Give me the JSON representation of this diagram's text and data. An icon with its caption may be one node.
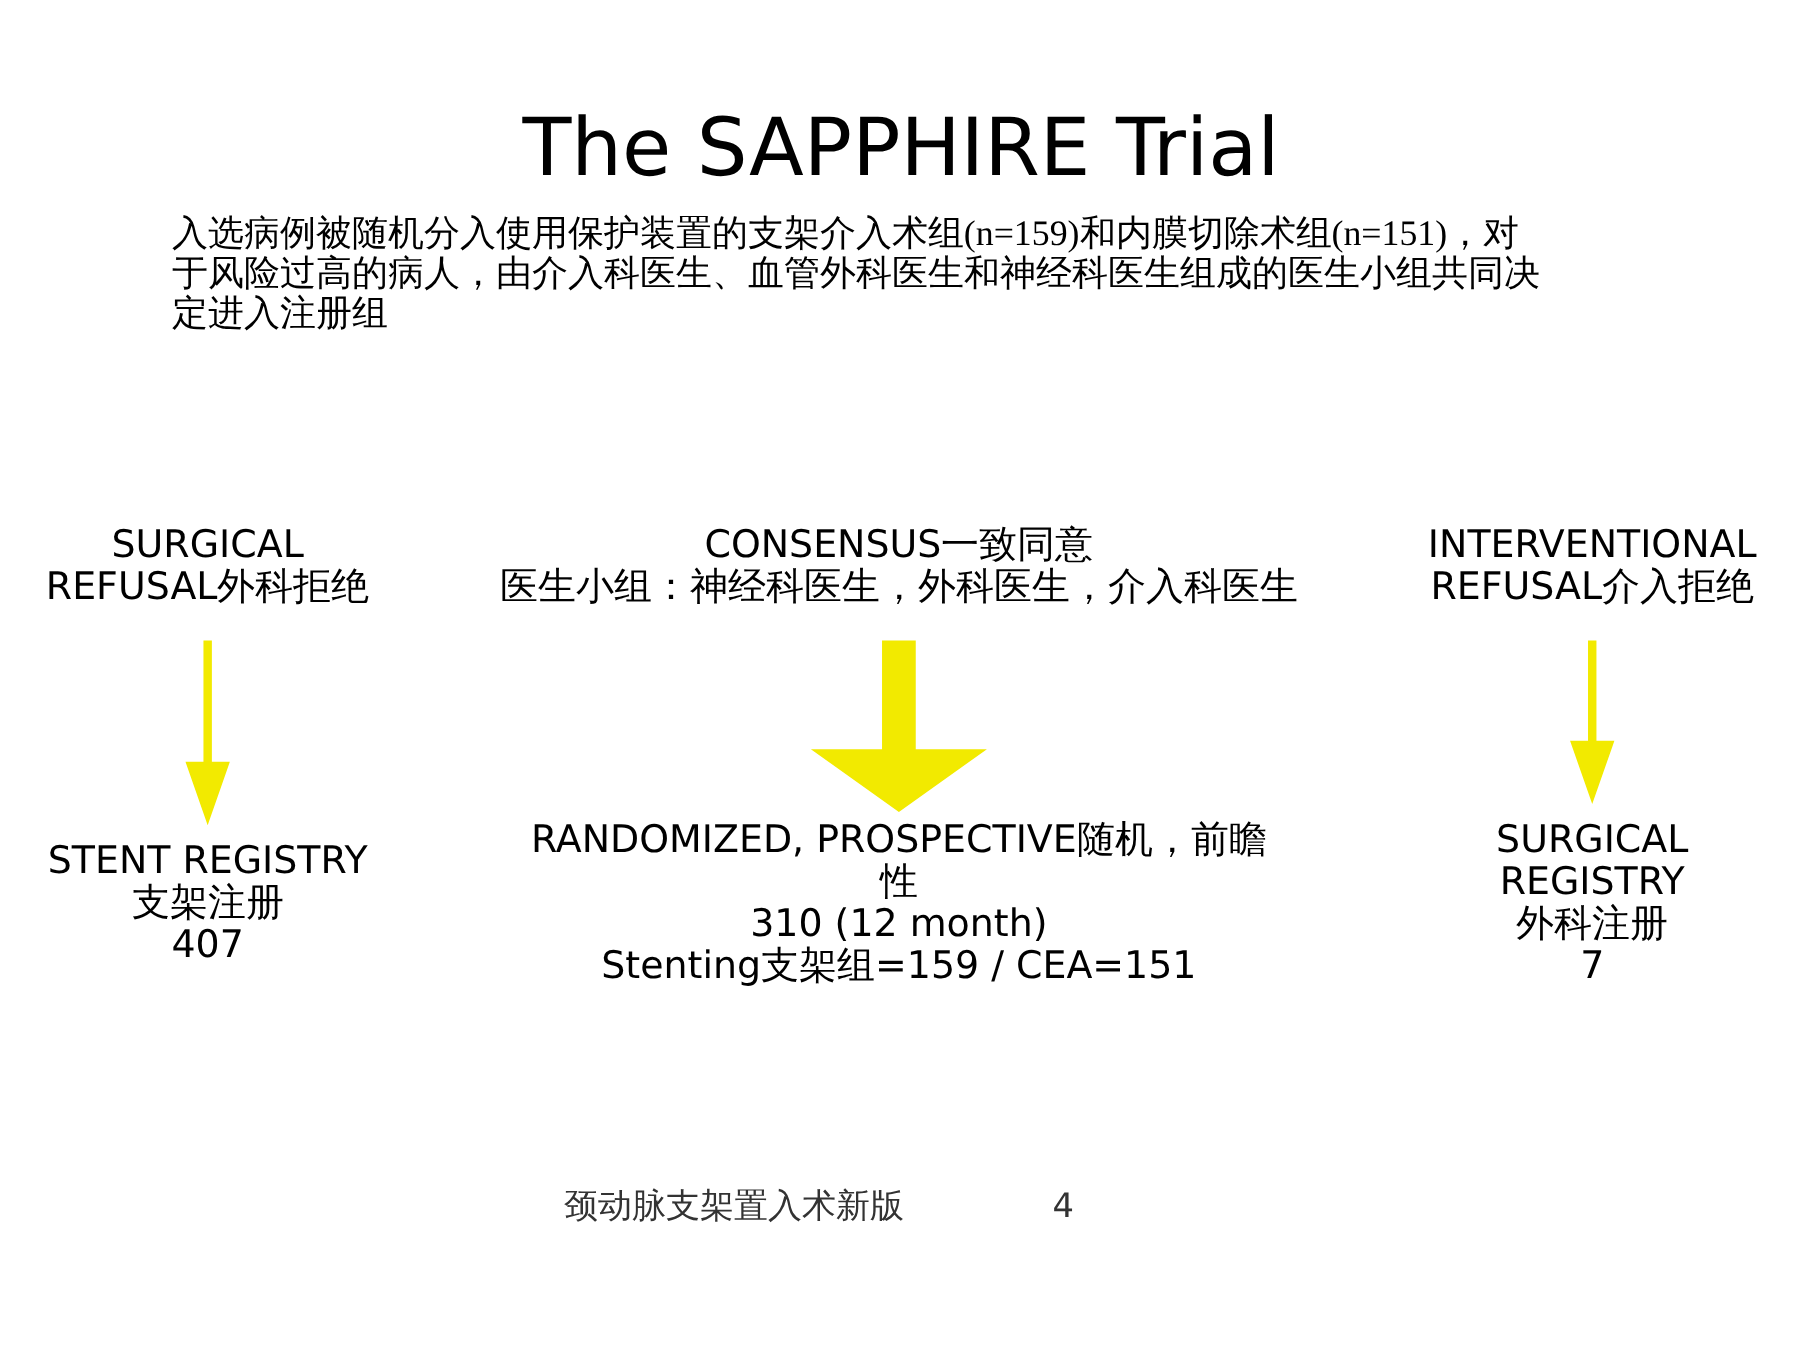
{
  "diagram": {
    "title": "The SAPPHIRE Trial",
    "nodes": [
      {
        "text": [
          "CONSENSUS一致同意",
          "医生小组：神经科医生，外科医生，介入科医生"
        ]
      },
      {
        "text": [
          "SURGICAL REFUSAL外科拒绝"
        ]
      },
      {
        "text": [
          "INTERVENTIONAL REFUSAL介入拒绝"
        ]
      },
      {
        "text": [
          "STENT REGISTRY",
          "支架注册",
          "407"
        ]
      },
      {
        "text": [
          "RANDOMIZED, PROSPECTIVE随机，前瞻性",
          "310 (12 month)",
          "Stenting支架组=159 / CEA=151"
        ]
      },
      {
        "text": [
          "SURGICAL REGISTRY",
          "外科注册",
          "7"
        ]
      }
    ],
    "edges": [
      {
        "from": 1,
        "to": 3,
        "arrow": "to"
      },
      {
        "from": 0,
        "to": 4,
        "arrow": "to",
        "style": "thick"
      },
      {
        "from": 2,
        "to": 5,
        "arrow": "to"
      }
    ],
    "labels": [
      "入选病例被随机分入使用保护装置的支架介入术组(n=159)和内膜切除术组(n=151)，对于风险过高的病人，由介入科医生、血管外科医生和神经科医生组成的医生小组共同决定进入注册组",
      "颈动脉支架置入术新版",
      "4"
    ]
  }
}
